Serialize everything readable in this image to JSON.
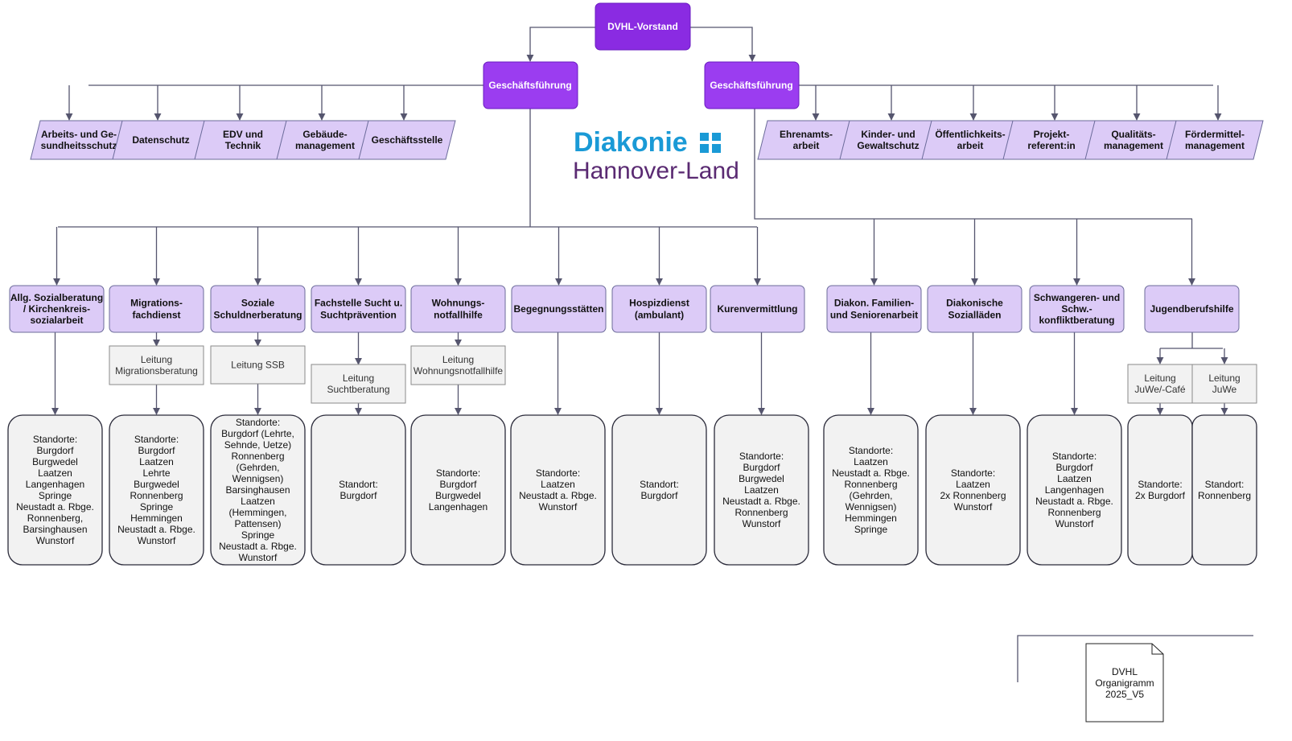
{
  "board": "DVHL-Vorstand",
  "management_left": "Geschäftsführung",
  "management_right": "Geschäftsführung",
  "logo": {
    "line1": "Diakonie",
    "line2": "Hannover-Land"
  },
  "staff_left": [
    [
      "Arbeits- und Ge-",
      "sundheitsschutz"
    ],
    [
      "Datenschutz"
    ],
    [
      "EDV und",
      "Technik"
    ],
    [
      "Gebäude-",
      "management"
    ],
    [
      "Geschäftsstelle"
    ]
  ],
  "staff_right": [
    [
      "Ehrenamts-",
      "arbeit"
    ],
    [
      "Kinder- und",
      "Gewaltschutz"
    ],
    [
      "Öffentlichkeits-",
      "arbeit"
    ],
    [
      "Projekt-",
      "referent:in"
    ],
    [
      "Qualitäts-",
      "management"
    ],
    [
      "Fördermittel-",
      "management"
    ]
  ],
  "departments": [
    {
      "name": [
        "Allg. Sozialberatung",
        "/ Kirchenkreis-",
        "sozialarbeit"
      ],
      "sites": [
        "Standorte:",
        "Burgdorf",
        "Burgwedel",
        "Laatzen",
        "Langenhagen",
        "Springe",
        "Neustadt a. Rbge.",
        "Ronnenberg,",
        "Barsinghausen",
        "Wunstorf"
      ]
    },
    {
      "name": [
        "Migrations-",
        "fachdienst"
      ],
      "lead": [
        "Leitung",
        "Migrationsberatung"
      ],
      "sites": [
        "Standorte:",
        "Burgdorf",
        "Laatzen",
        "Lehrte",
        "Burgwedel",
        "Ronnenberg",
        "Springe",
        "Hemmingen",
        "Neustadt a. Rbge.",
        "Wunstorf"
      ]
    },
    {
      "name": [
        "Soziale",
        "Schuldnerberatung"
      ],
      "lead": [
        "Leitung SSB"
      ],
      "sites": [
        "Standorte:",
        "Burgdorf (Lehrte,",
        "Sehnde, Uetze)",
        "Ronnenberg",
        "(Gehrden,",
        "Wennigsen)",
        "Barsinghausen",
        "Laatzen",
        "(Hemmingen,",
        "Pattensen)",
        "Springe",
        "Neustadt a. Rbge.",
        "Wunstorf"
      ]
    },
    {
      "name": [
        "Fachstelle Sucht u.",
        "Suchtprävention"
      ],
      "lead": [
        "Leitung",
        "Suchtberatung"
      ],
      "sites": [
        "Standort:",
        "Burgdorf"
      ]
    },
    {
      "name": [
        "Wohnungs-",
        "notfallhilfe"
      ],
      "lead": [
        "Leitung",
        "Wohnungsnotfallhilfe"
      ],
      "sites": [
        "Standorte:",
        "Burgdorf",
        "Burgwedel",
        "Langenhagen"
      ]
    },
    {
      "name": [
        "Begegnungsstätten"
      ],
      "sites": [
        "Standorte:",
        "Laatzen",
        "Neustadt a. Rbge.",
        "Wunstorf"
      ]
    },
    {
      "name": [
        "Hospizdienst",
        "(ambulant)"
      ],
      "sites": [
        "Standort:",
        "Burgdorf"
      ]
    },
    {
      "name": [
        "Kurenvermittlung"
      ],
      "sites": [
        "Standorte:",
        "Burgdorf",
        "Burgwedel",
        "Laatzen",
        "Neustadt a. Rbge.",
        "Ronnenberg",
        "Wunstorf"
      ]
    },
    {
      "name": [
        "Diakon. Familien-",
        "und Seniorenarbeit"
      ],
      "sites": [
        "Standorte:",
        "Laatzen",
        "Neustadt a. Rbge.",
        "Ronnenberg",
        "(Gehrden,",
        "Wennigsen)",
        "Hemmingen",
        "Springe"
      ]
    },
    {
      "name": [
        "Diakonische",
        "Sozialläden"
      ],
      "sites": [
        "Standorte:",
        "Laatzen",
        "2x Ronnenberg",
        "Wunstorf"
      ]
    },
    {
      "name": [
        "Schwangeren- und",
        "Schw.-",
        "konfliktberatung"
      ],
      "sites": [
        "Standorte:",
        "Burgdorf",
        "Laatzen",
        "Langenhagen",
        "Neustadt a. Rbge.",
        "Ronnenberg",
        "Wunstorf"
      ]
    },
    {
      "name": [
        "Jugendberufshilfe"
      ],
      "leads": [
        [
          "Leitung",
          "JuWe/-Café"
        ],
        [
          "Leitung",
          "JuWe"
        ]
      ],
      "sites_multi": [
        [
          "Standorte:",
          "2x Burgdorf"
        ],
        [
          "Standort:",
          "Ronnenberg"
        ]
      ]
    }
  ],
  "version_note": [
    "DVHL",
    "Organigramm",
    "2025_V5"
  ],
  "colors": {
    "board": "#8a2be2",
    "management": "#9b3df0",
    "unit_fill": "#dccbf7",
    "logo_blue": "#1a9ad6",
    "logo_purple": "#5a2a72"
  }
}
